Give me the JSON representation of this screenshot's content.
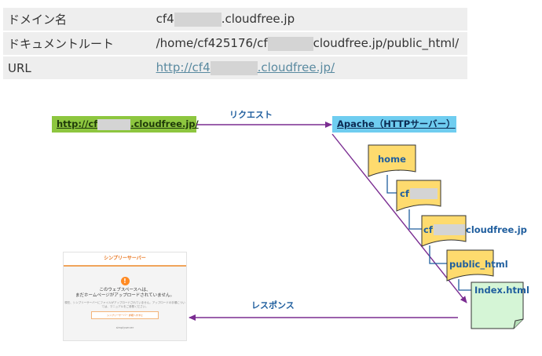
{
  "info_table": {
    "domain": {
      "label": "ドメイン名",
      "prefix": "cf4",
      "suffix": ".cloudfree.jp"
    },
    "docroot": {
      "label": "ドキュメントルート",
      "prefix": "/home/cf425176/cf",
      "suffix": "cloudfree.jp/public_html/"
    },
    "url": {
      "label": "URL",
      "prefix": "http://cf4",
      "suffix": ".cloudfree.jp/"
    }
  },
  "diagram": {
    "url_box": {
      "prefix": "http://cf",
      "suffix": ".cloudfree.jp/"
    },
    "apache_box": "Apache（HTTPサーバー）",
    "request_label": "リクエスト",
    "response_label": "レスポンス",
    "docs": {
      "home": "home",
      "cf": "cf",
      "domain_prefix": "cf",
      "domain_suffix": "cloudfree.jp",
      "public_html": "public_html",
      "index": "Index.html"
    },
    "colors": {
      "doc_fill": "#fedb6e",
      "index_fill": "#d5f5d6",
      "arrow": "#7a2c91",
      "url_box": "#8dc63f",
      "apache_box": "#6fcdf0"
    }
  },
  "thumbnail": {
    "brand": "シンプリーサーバー",
    "icon": "!",
    "title_line1": "このウェブスペースへは、",
    "title_line2": "まだホームページがアップロードされていません。",
    "note": "現在、シンプリーサーバーにファイルがアップロードされていません。アップロードの手順については、マニュアルをご参照ください。",
    "button": "シンプリーサーバー 詳細へすすむ",
    "footer": "simplyserver"
  }
}
